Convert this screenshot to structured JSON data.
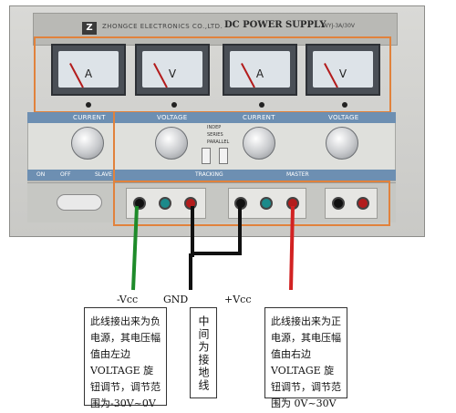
{
  "device": {
    "brand": "ZHONGCE ELECTRONICS CO.,LTD.",
    "badge": "Z",
    "title": "DC POWER SUPPLY",
    "model": "WYJ-3A/30V",
    "meters": [
      {
        "unit": "A"
      },
      {
        "unit": "V"
      },
      {
        "unit": "A"
      },
      {
        "unit": "V"
      }
    ],
    "panel": {
      "slave_current_label": "CURRENT",
      "slave_voltage_label": "VOLTAGE",
      "master_current_label": "CURRENT",
      "master_voltage_label": "VOLTAGE",
      "slave_label": "SLAVE",
      "tracking_label": "TRACKING",
      "master_label": "MASTER",
      "modes": [
        "INDEP",
        "SERIES",
        "PARALLEL"
      ],
      "on_label": "ON",
      "off_label": "OFF"
    }
  },
  "terminals": {
    "neg_label": "-Vcc",
    "gnd_label": "GND",
    "pos_label": "+Vcc"
  },
  "colors": {
    "neg_wire": "#1e8b2a",
    "gnd_wire": "#111111",
    "pos_wire": "#d22222",
    "highlight": "#e1823c"
  },
  "notes": {
    "left": "此线接出来为负电源，其电压幅值由左边 VOLTAGE 旋钮调节，调节范围为-30V~0V",
    "middle": "中间为接地线",
    "right": "此线接出来为正电源，其电压幅值由右边 VOLTAGE 旋钮调节，调节范围为 0V~30V"
  }
}
